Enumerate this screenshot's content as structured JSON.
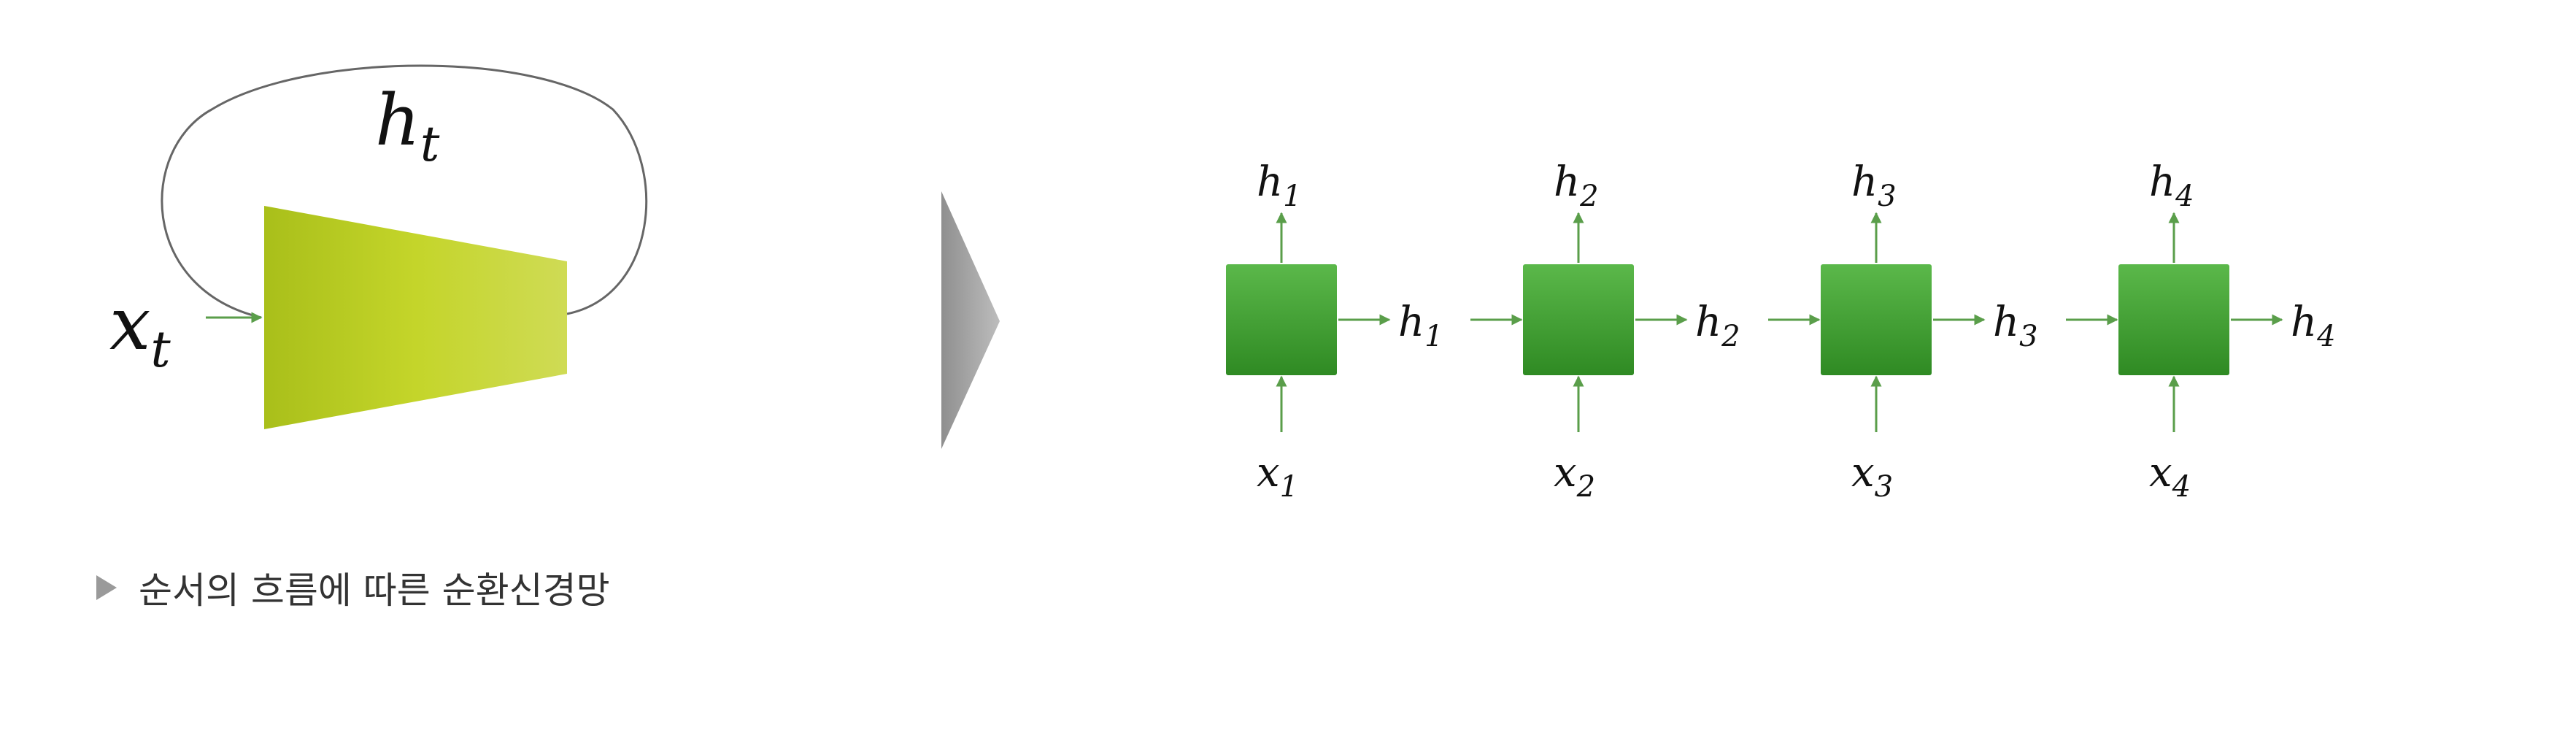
{
  "folded": {
    "input": "x",
    "input_sub": "t",
    "hidden": "h",
    "hidden_sub": "t"
  },
  "unrolled": {
    "steps": [
      {
        "x": "x",
        "x_sub": "1",
        "h_top": "h",
        "h_top_sub": "1",
        "h_right": "h",
        "h_right_sub": "1"
      },
      {
        "x": "x",
        "x_sub": "2",
        "h_top": "h",
        "h_top_sub": "2",
        "h_right": "h",
        "h_right_sub": "2"
      },
      {
        "x": "x",
        "x_sub": "3",
        "h_top": "h",
        "h_top_sub": "3",
        "h_right": "h",
        "h_right_sub": "3"
      },
      {
        "x": "x",
        "x_sub": "4",
        "h_top": "h",
        "h_top_sub": "4",
        "h_right": "h",
        "h_right_sub": "4"
      }
    ]
  },
  "caption": {
    "text": "순서의 흐름에 따른 순환신경망"
  },
  "colors": {
    "trapezoid_light": "#c8da2c",
    "trapezoid_dark": "#a9bf1a",
    "cell_light": "#5bb84a",
    "cell_dark": "#2f8a23",
    "arrow_green": "#5a9e4a",
    "big_arrow": "#a8a8a8",
    "loop_line": "#666666"
  },
  "icons": {
    "transition": "chevron-right-icon",
    "caption_marker": "triangle-right-icon"
  }
}
